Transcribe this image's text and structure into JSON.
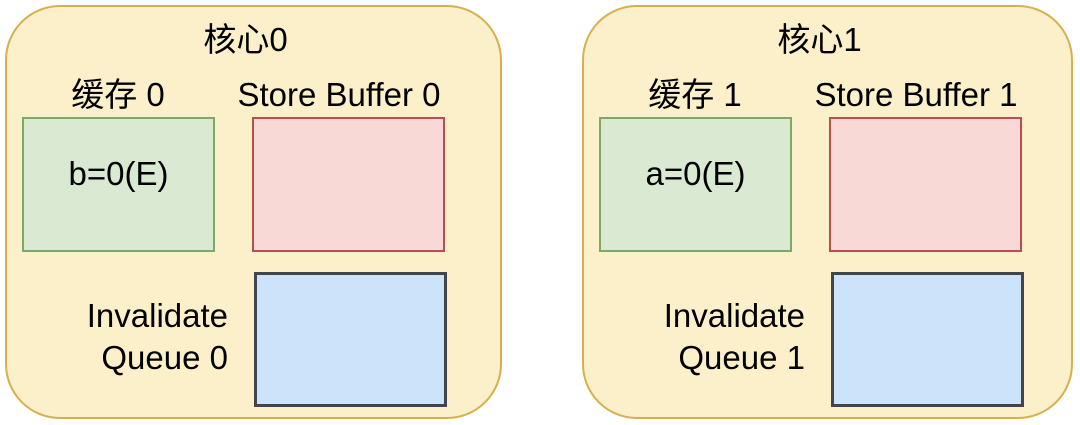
{
  "diagram": {
    "cores": [
      {
        "title": "核心0",
        "cache_label": "缓存 0",
        "cache_value": "b=0(E)",
        "store_buffer_label": "Store Buffer 0",
        "invalidate_queue_line1": "Invalidate",
        "invalidate_queue_line2": "Queue 0"
      },
      {
        "title": "核心1",
        "cache_label": "缓存 1",
        "cache_value": "a=0(E)",
        "store_buffer_label": "Store Buffer 1",
        "invalidate_queue_line1": "Invalidate",
        "invalidate_queue_line2": "Queue 1"
      }
    ],
    "colors": {
      "page_background": "#FFFFFF",
      "text": "#000000",
      "core_fill": "#FCF0CA",
      "core_border": "#D5B04D",
      "cache_fill": "#D9E9D2",
      "cache_border": "#7FA962",
      "store_buffer_fill": "#F9D9D5",
      "store_buffer_border": "#B5504A",
      "invalidate_queue_fill": "#CDE3FA",
      "invalidate_queue_border": "#40464C"
    }
  }
}
